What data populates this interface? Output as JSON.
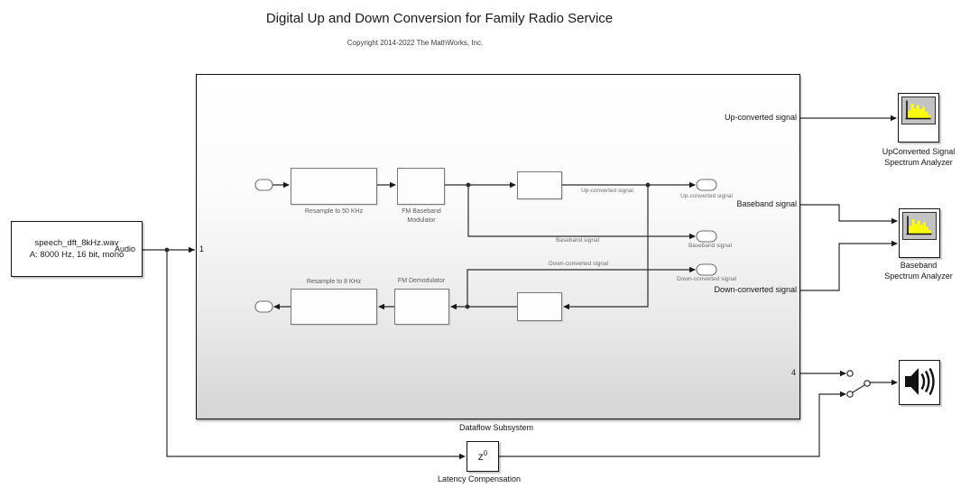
{
  "title": "Digital Up and Down Conversion for Family Radio Service",
  "copyright": "Copyright 2014-2022 The MathWorks, Inc.",
  "source": {
    "name_line1": "speech_dft_8kHz.wav",
    "name_line2": "A: 8000 Hz, 16 bit, mono",
    "signal": "Audio"
  },
  "subsystem": {
    "label": "Dataflow Subsystem",
    "port_in": "1",
    "port_out_up": "Up-converted signal",
    "port_out_base": "Baseband signal",
    "port_out_down": "Down-converted signal",
    "port_out_audio": "4",
    "block_resample_up": "Resample to 50 KHz",
    "block_fm_mod_l1": "FM Baseband",
    "block_fm_mod_l2": "Modulator",
    "block_fm_demod": "FM Demodulator",
    "block_resample_down": "Resample to 8 KHz",
    "wire_up": "Up-converted signal",
    "wire_base": "Baseband signal",
    "wire_down": "Down-converted signal",
    "oval_up": "Up-converted signal",
    "oval_base": "Baseband signal",
    "oval_down": "Down-converted signal"
  },
  "scope_up": {
    "label_l1": "UpConverted Signal",
    "label_l2": "Spectrum Analyzer"
  },
  "scope_base": {
    "label_l1": "Baseband",
    "label_l2": "Spectrum Analyzer"
  },
  "latency": {
    "sym": "z",
    "exp": "0",
    "label": "Latency Compensation"
  },
  "colors": {
    "bar_yellow": "#ffff00",
    "screen_gray": "#c3c3c3"
  }
}
